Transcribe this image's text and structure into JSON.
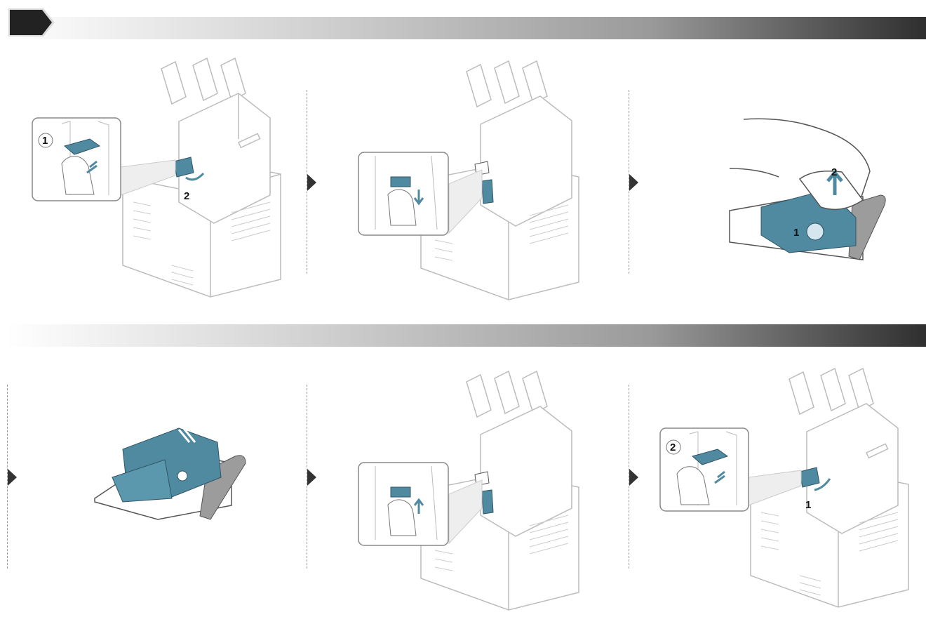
{
  "header": {
    "badge_color": "#222222",
    "bar_gradient": [
      "#ffffff",
      "#2f2f2f"
    ]
  },
  "accent_color": "#4f8aa0",
  "steps": [
    {
      "id": "step-1",
      "callouts": [
        "1",
        "2"
      ]
    },
    {
      "id": "step-2",
      "callouts": []
    },
    {
      "id": "step-3",
      "callouts": [
        "1",
        "2"
      ]
    },
    {
      "id": "step-4",
      "callouts": []
    },
    {
      "id": "step-5",
      "callouts": []
    },
    {
      "id": "step-6",
      "callouts": [
        "2",
        "1"
      ]
    }
  ]
}
